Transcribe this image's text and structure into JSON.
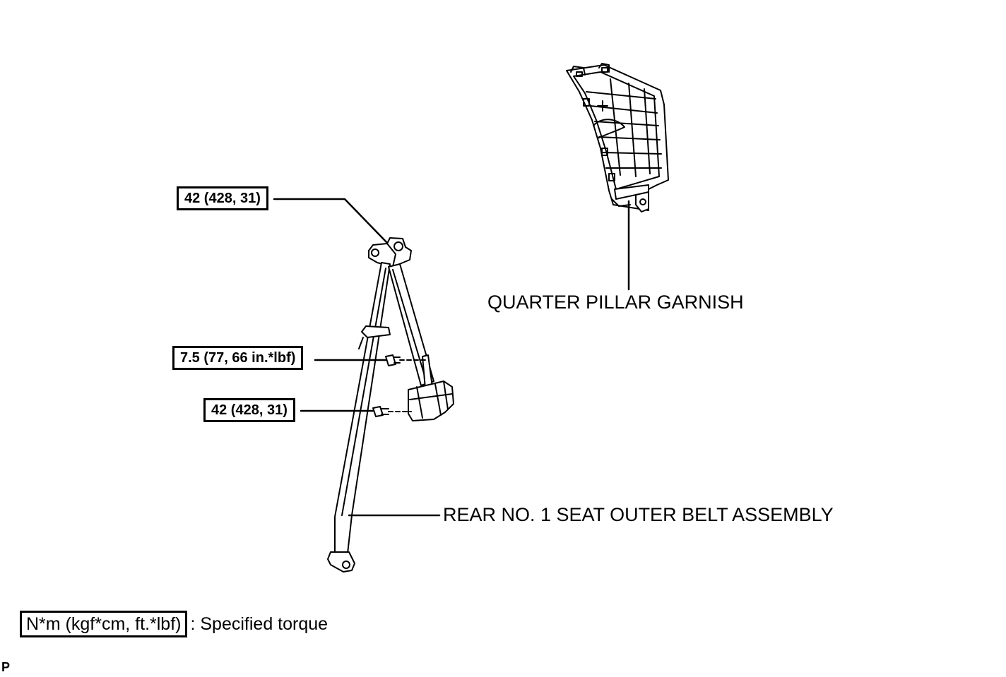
{
  "torque_labels": {
    "upper_anchor": "42 (428, 31)",
    "retractor_bolt": "7.5 (77, 66 in.*lbf)",
    "lower_retractor_bolt": "42 (428, 31)"
  },
  "part_labels": {
    "quarter_pillar_garnish": "QUARTER PILLAR GARNISH",
    "seat_belt_assembly": "REAR NO. 1 SEAT OUTER BELT ASSEMBLY"
  },
  "legend": {
    "unit_box": "N*m (kgf*cm, ft.*lbf)",
    "description": ": Specified torque"
  },
  "corner_mark": "P"
}
